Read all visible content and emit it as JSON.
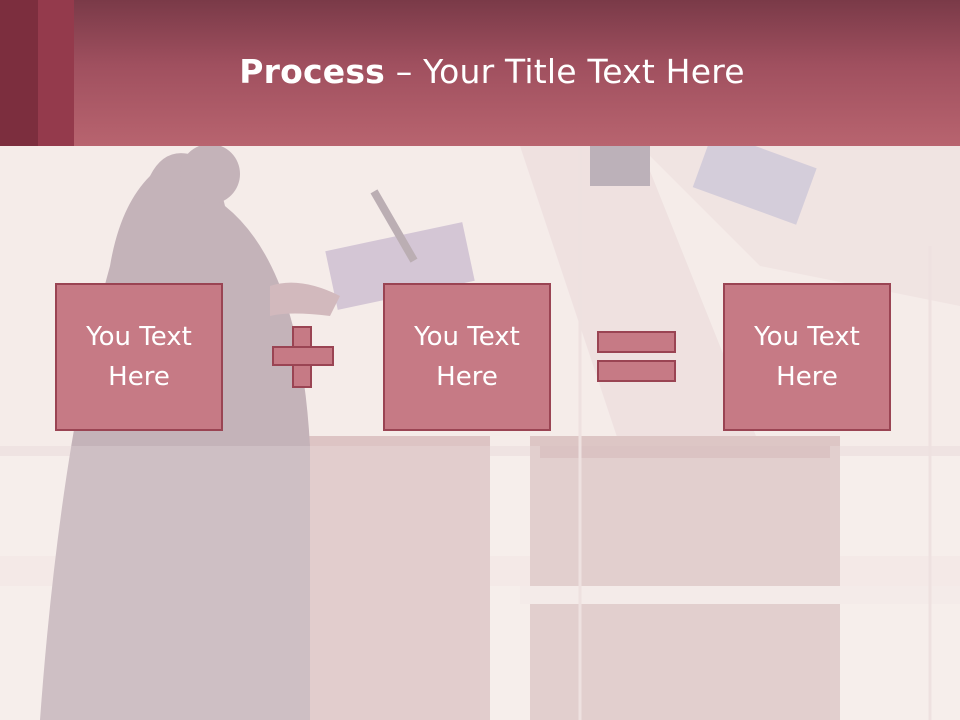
{
  "slide": {
    "title_bold": "Process",
    "title_rest": " – Your Title Text Here",
    "boxes": [
      {
        "text": "You Text\nHere"
      },
      {
        "text": "You Text\nHere"
      },
      {
        "text": "You Text\nHere"
      }
    ],
    "operators": {
      "plus_icon": "plus-icon",
      "equals_icon": "equals-icon"
    }
  },
  "colors": {
    "header": "#b8646f",
    "box_fill": "#c67a85",
    "box_border": "#9a4453",
    "text": "#ffffff"
  }
}
